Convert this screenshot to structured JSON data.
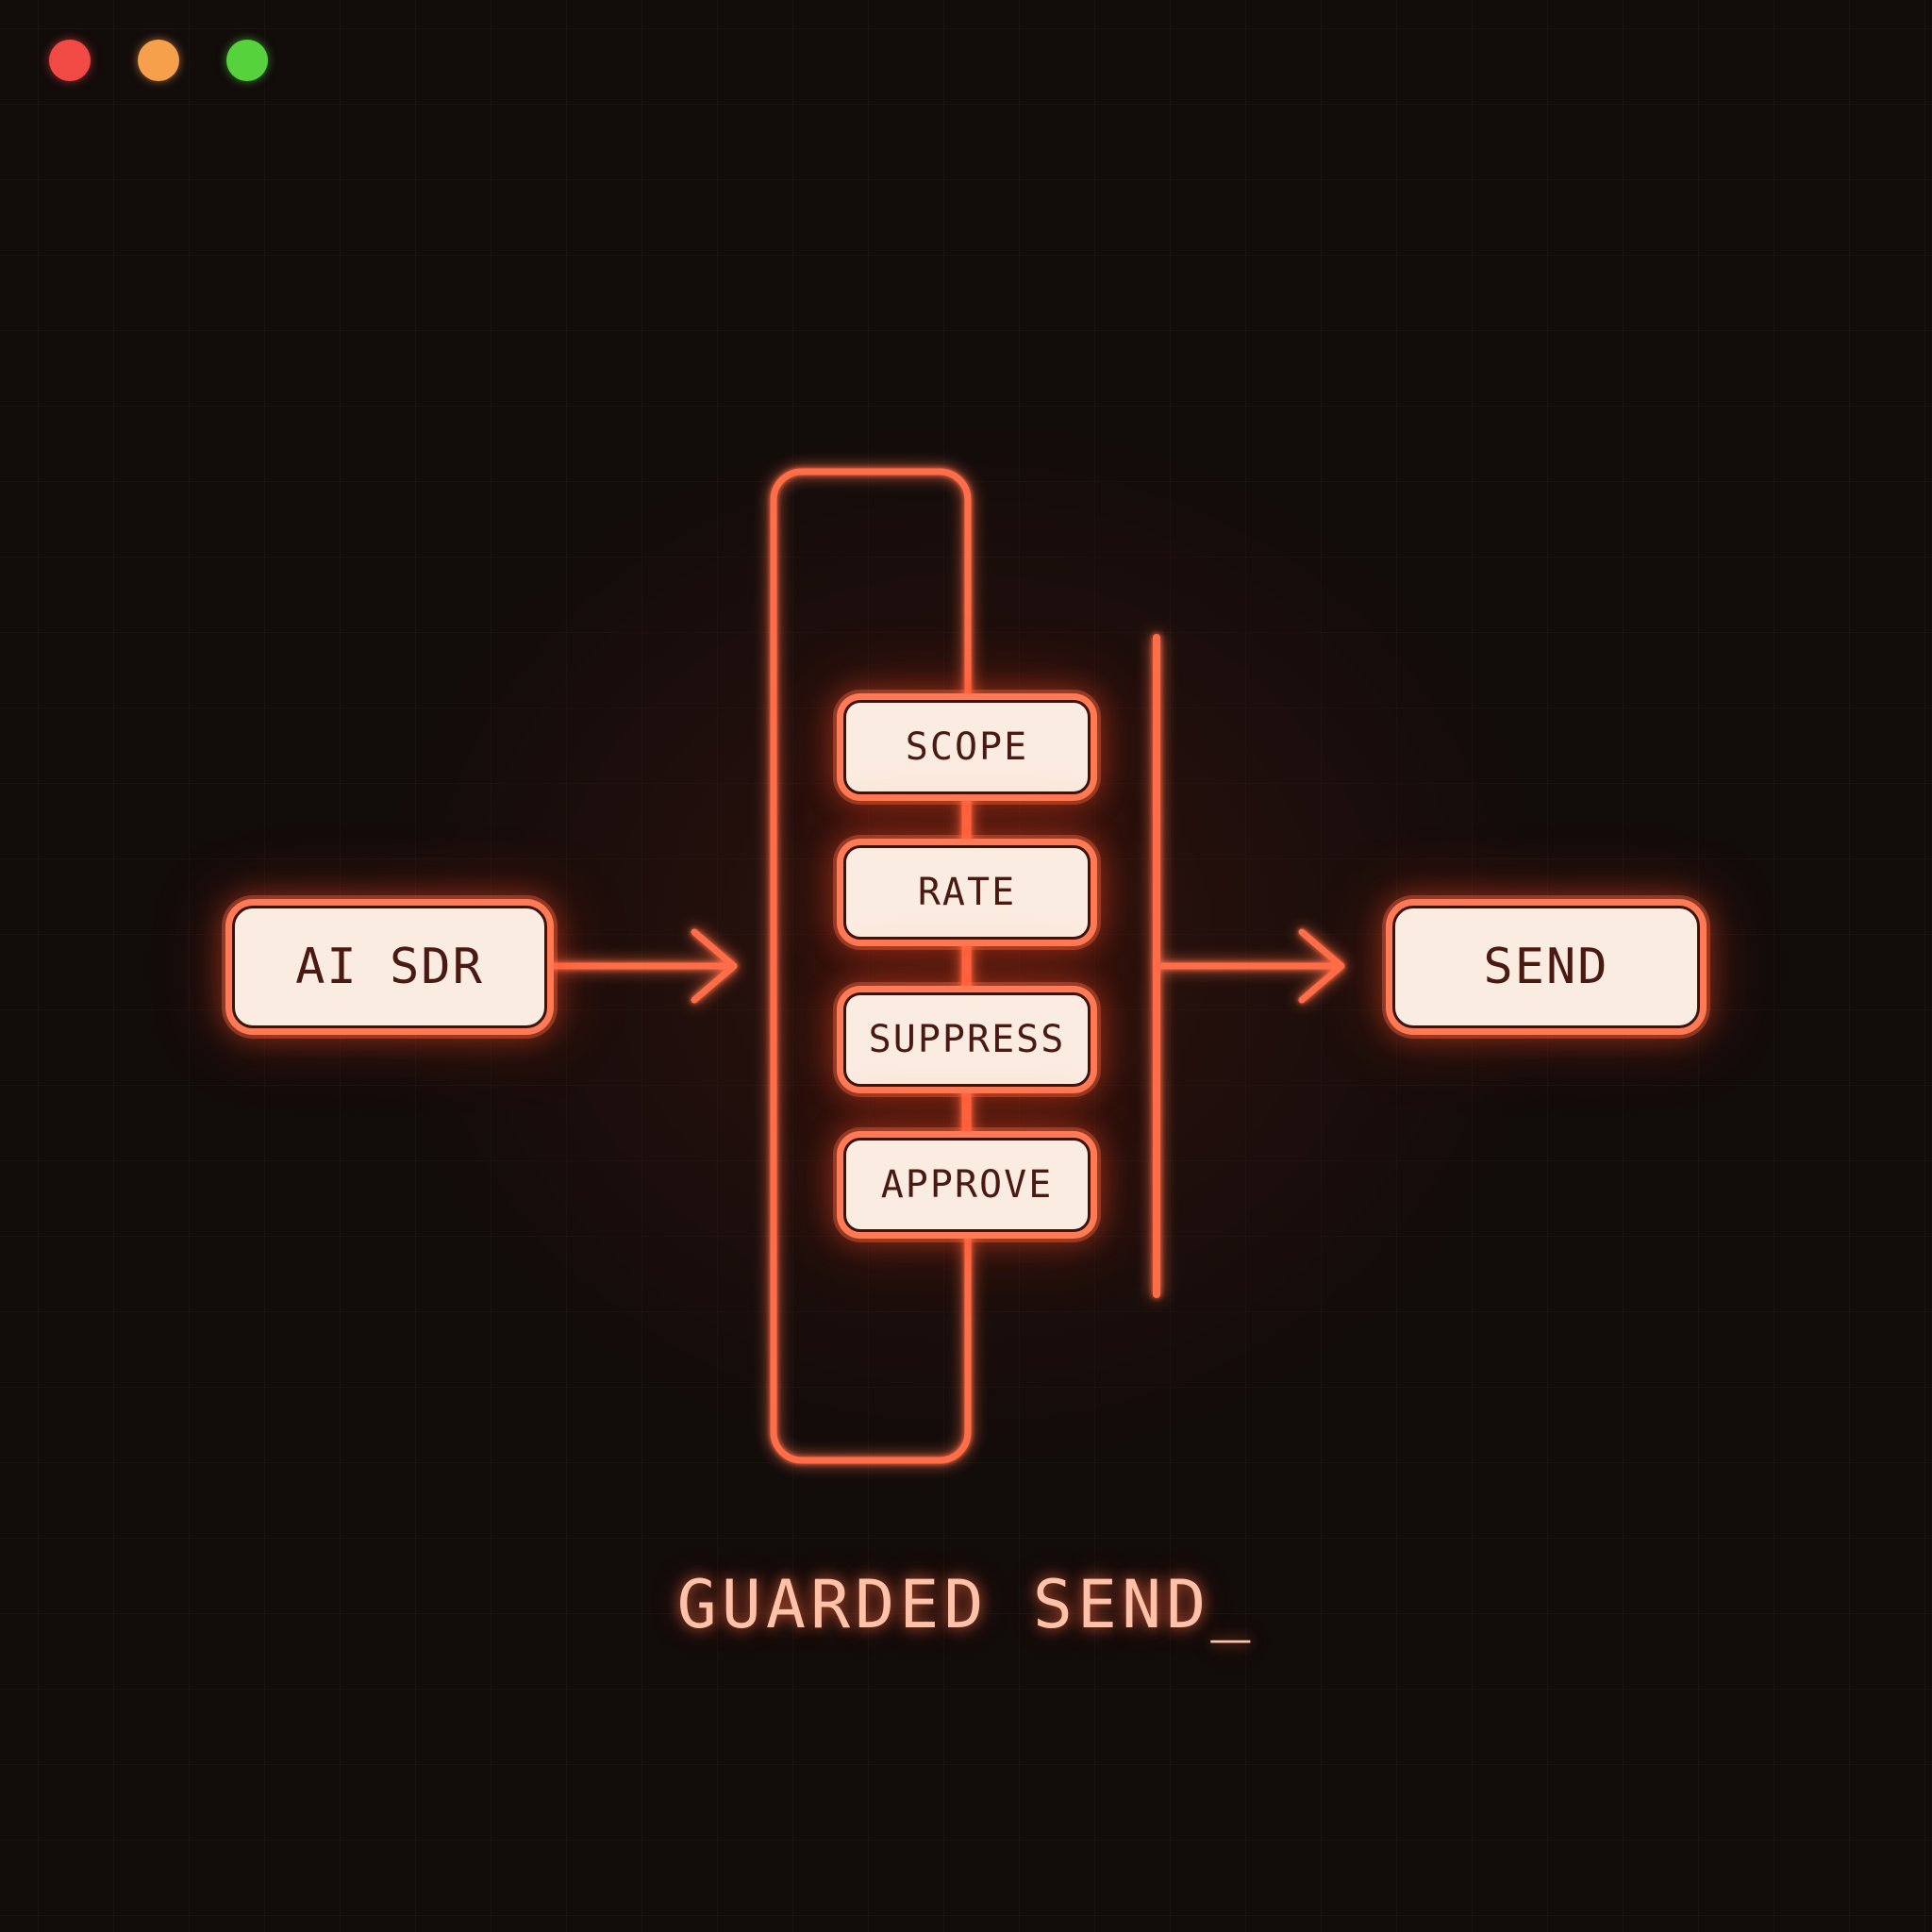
{
  "window": {
    "controls": [
      "close",
      "minimize",
      "maximize"
    ]
  },
  "diagram": {
    "source_label": "AI SDR",
    "target_label": "SEND",
    "checks": [
      "SCOPE",
      "RATE",
      "SUPPRESS",
      "APPROVE"
    ],
    "caption": "GUARDED SEND_"
  },
  "colors": {
    "background": "#120c0b",
    "neon": "#ff6a45",
    "node_fill": "#fbece1",
    "node_text": "#4a1a12",
    "caption": "#ffc2a8"
  }
}
